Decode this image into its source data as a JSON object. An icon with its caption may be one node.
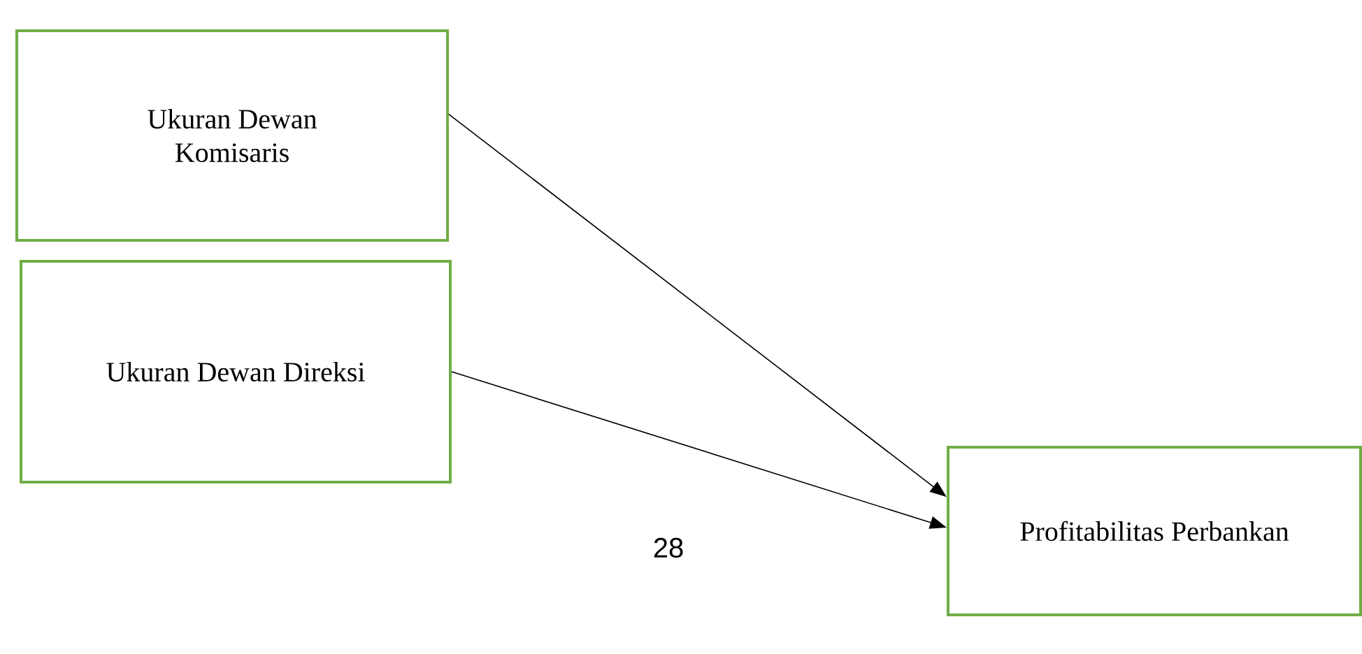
{
  "diagram": {
    "nodes": [
      {
        "text": [
          "Ukuran Dewan Komisaris"
        ]
      },
      {
        "text": [
          "Ukuran Dewan Direksi"
        ]
      },
      {
        "text": [
          "Profitabilitas Perbankan"
        ]
      }
    ],
    "edges": [
      {
        "from": 0,
        "to": 2,
        "arrow": "to"
      },
      {
        "from": 1,
        "to": 2,
        "arrow": "to"
      }
    ],
    "labels": [
      "28"
    ]
  }
}
